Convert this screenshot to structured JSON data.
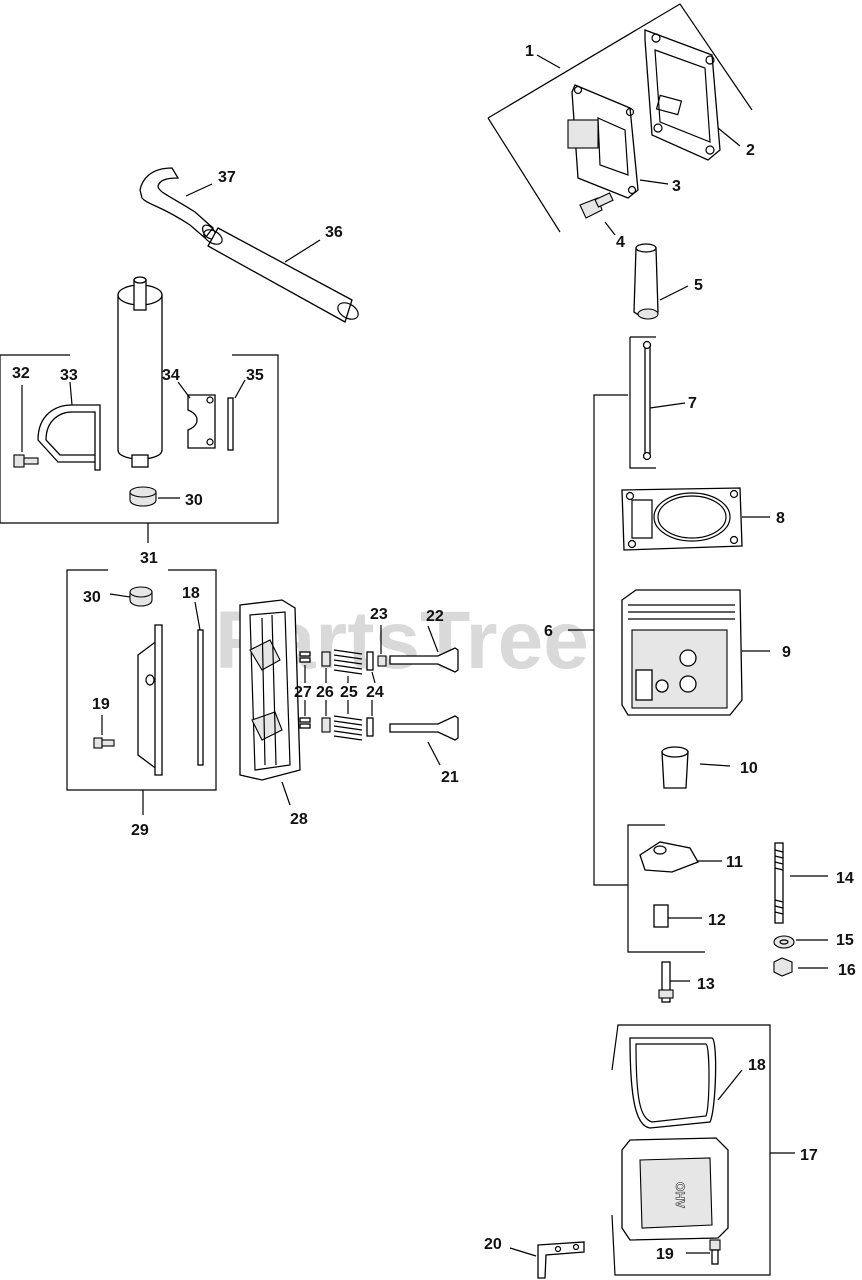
{
  "watermark": "PartsTree",
  "callouts": [
    {
      "id": "c1",
      "text": "1"
    },
    {
      "id": "c2",
      "text": "2"
    },
    {
      "id": "c3",
      "text": "3"
    },
    {
      "id": "c4",
      "text": "4"
    },
    {
      "id": "c5",
      "text": "5"
    },
    {
      "id": "c6",
      "text": "6"
    },
    {
      "id": "c7",
      "text": "7"
    },
    {
      "id": "c8",
      "text": "8"
    },
    {
      "id": "c9",
      "text": "9"
    },
    {
      "id": "c10",
      "text": "10"
    },
    {
      "id": "c11",
      "text": "11"
    },
    {
      "id": "c12",
      "text": "12"
    },
    {
      "id": "c13",
      "text": "13"
    },
    {
      "id": "c14",
      "text": "14"
    },
    {
      "id": "c15",
      "text": "15"
    },
    {
      "id": "c16",
      "text": "16"
    },
    {
      "id": "c17",
      "text": "17"
    },
    {
      "id": "c18a",
      "text": "18"
    },
    {
      "id": "c18b",
      "text": "18"
    },
    {
      "id": "c19a",
      "text": "19"
    },
    {
      "id": "c19b",
      "text": "19"
    },
    {
      "id": "c20",
      "text": "20"
    },
    {
      "id": "c21",
      "text": "21"
    },
    {
      "id": "c22",
      "text": "22"
    },
    {
      "id": "c23",
      "text": "23"
    },
    {
      "id": "c24",
      "text": "24"
    },
    {
      "id": "c25",
      "text": "25"
    },
    {
      "id": "c26",
      "text": "26"
    },
    {
      "id": "c27",
      "text": "27"
    },
    {
      "id": "c28",
      "text": "28"
    },
    {
      "id": "c29",
      "text": "29"
    },
    {
      "id": "c30a",
      "text": "30"
    },
    {
      "id": "c30b",
      "text": "30"
    },
    {
      "id": "c31",
      "text": "31"
    },
    {
      "id": "c32",
      "text": "32"
    },
    {
      "id": "c33",
      "text": "33"
    },
    {
      "id": "c34",
      "text": "34"
    },
    {
      "id": "c35",
      "text": "35"
    },
    {
      "id": "c36",
      "text": "36"
    },
    {
      "id": "c37",
      "text": "37"
    }
  ],
  "cover_lettering": "OHV"
}
